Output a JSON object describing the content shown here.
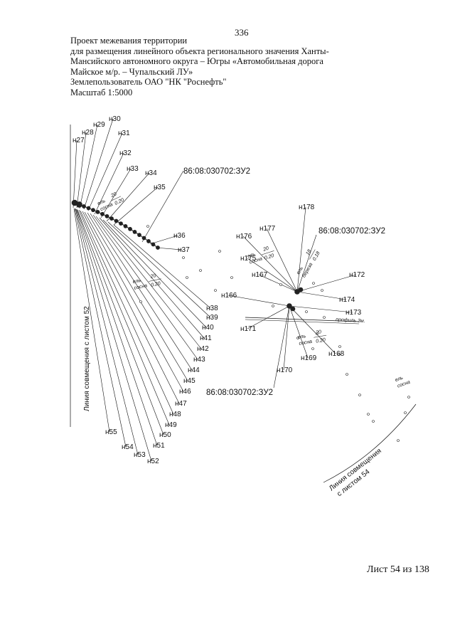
{
  "page_number": "336",
  "header": {
    "lines": [
      "Проект межевания территории",
      "для размещения линейного объекта регионального значения Ханты-",
      "Мансийского автономного округа – Югры  «Автомобильная дорога",
      "Майское м/р. – Чупальский ЛУ»",
      "Землепользователь ОАО \"НК \"Роснефть\"",
      "Масштаб 1:5000"
    ]
  },
  "left_points": [
    "н27",
    "н28",
    "н29",
    "н30",
    "н31",
    "н32",
    "н33",
    "н34",
    "н35",
    "н36",
    "н37",
    "н38",
    "н39",
    "н40",
    "н41",
    "н42",
    "н43",
    "н44",
    "н45",
    "н46",
    "н47",
    "н48",
    "н49",
    "н50",
    "н51",
    "н52",
    "н53",
    "н54",
    "н55"
  ],
  "right_points": [
    "н166",
    "н167",
    "н168",
    "н169",
    "н170",
    "н171",
    "н172",
    "н173",
    "н174",
    "н175",
    "н176",
    "н177",
    "н178"
  ],
  "cadastral_labels": [
    "86:08:030702:ЗУ2",
    "86:08:030702:ЗУ2",
    "86:08:030702:ЗУ2"
  ],
  "forest_notes": [
    {
      "species": "ель",
      "species2": "сосна",
      "num": "20",
      "den": "0.20"
    },
    {
      "species": "ель",
      "species2": "сосна",
      "num": "20",
      "den": "0.20"
    },
    {
      "species": "ель",
      "species2": "сосна",
      "num": "20",
      "den": "0.20"
    },
    {
      "species": "ель",
      "species2": "сосна",
      "num": "20",
      "den": "0.20"
    },
    {
      "species": "ель",
      "species2": "береза",
      "num": "18",
      "den": "0.18"
    },
    {
      "species": "ель",
      "species2": "сосна",
      "num": "",
      "den": ""
    }
  ],
  "profile_label": "профиль 3м.",
  "join_left": "Линия совмещения с листом 52",
  "join_right_line1": "Линия совмещения",
  "join_right_line2": "с листом 54",
  "sheet_label": "Лист 54 из 138"
}
